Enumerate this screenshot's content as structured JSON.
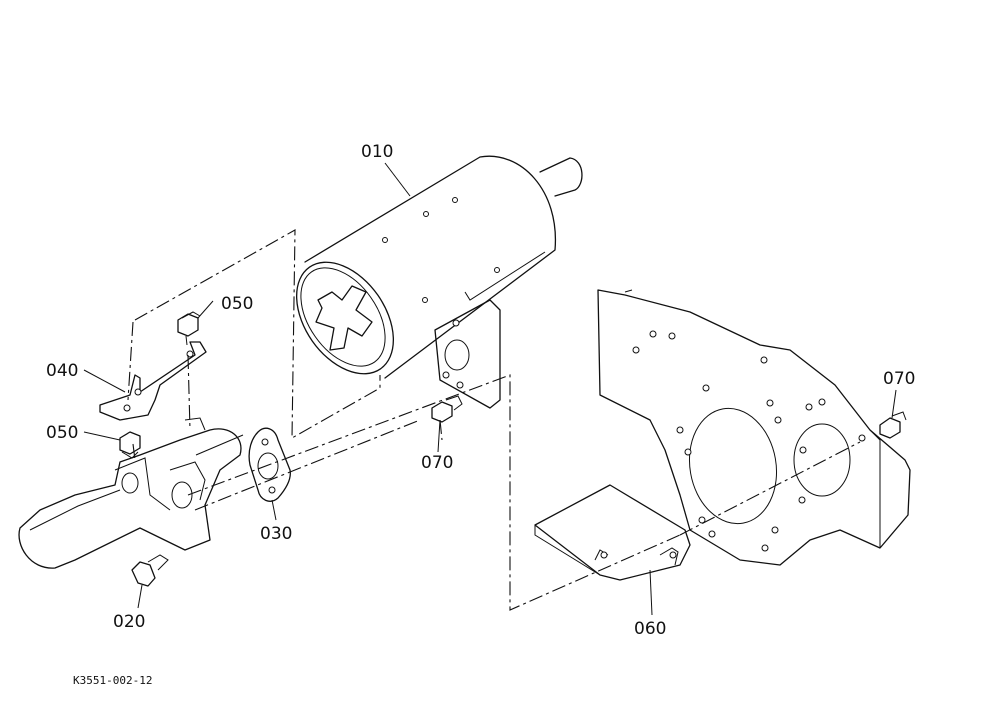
{
  "callouts": {
    "c010": "010",
    "c020": "020",
    "c030": "030",
    "c040": "040",
    "c050a": "050",
    "c050b": "050",
    "c060": "060",
    "c070a": "070",
    "c070b": "070"
  },
  "reference_code": "K3551-002-12"
}
